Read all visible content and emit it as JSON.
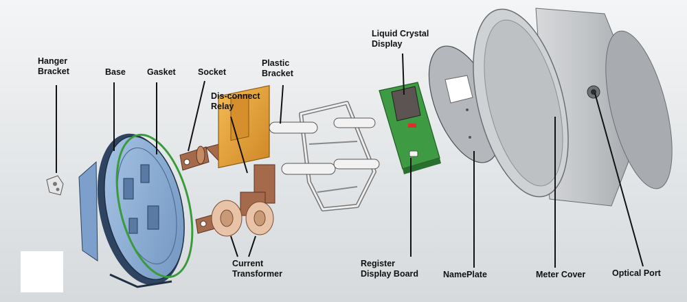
{
  "labels": {
    "hanger_bracket": [
      "Hanger",
      "Bracket"
    ],
    "base": "Base",
    "gasket": "Gasket",
    "socket": "Socket",
    "disconnect_relay": [
      "Dis-connect",
      "Relay"
    ],
    "plastic_bracket": [
      "Plastic",
      "Bracket"
    ],
    "liquid_crystal_display": [
      "Liquid Crystal",
      "Display"
    ],
    "current_transformer": [
      "Current",
      "Transformer"
    ],
    "register_display_board": [
      "Register",
      "Display Board"
    ],
    "nameplate": "NamePlate",
    "meter_cover": "Meter Cover",
    "optical_port": "Optical Port"
  },
  "colors": {
    "base_blue": "#8fb1d8",
    "gasket_green": "#3a9b3a",
    "copper": "#a56a4c",
    "relay_orange": "#e6a43a",
    "board_green": "#3f9a44",
    "cover_grey": "#c9cccf"
  }
}
